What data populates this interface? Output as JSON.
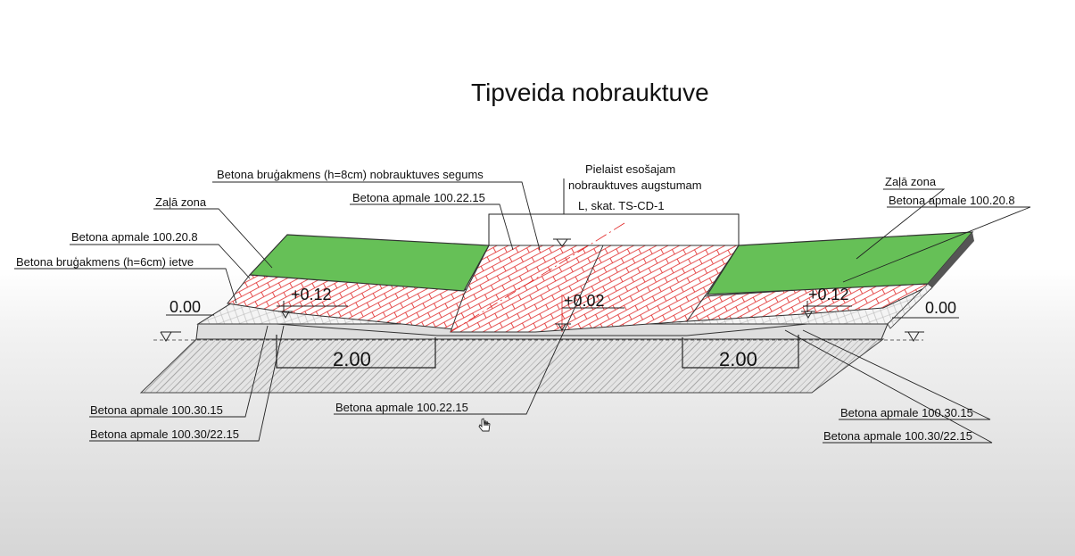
{
  "title": "Tipveida nobrauktuve",
  "labels": {
    "paving_8cm": "Betona bruģakmens (h=8cm) nobrauktuves segums",
    "curb_top_center": "Betona apmale 100.22.15",
    "adjust_line1": "Pielaist esošajam",
    "adjust_line2": "nobrauktuves augstumam",
    "length_ref": "L, skat. TS-CD-1",
    "green_left": "Zaļā zona",
    "curb_left_top": "Betona apmale 100.20.8",
    "paving_6cm": "Betona bruģakmens (h=6cm) ietve",
    "green_right": "Zaļā zona",
    "curb_right_top": "Betona apmale 100.20.8",
    "curb_left_a": "Betona apmale 100.30.15",
    "curb_left_b": "Betona apmale 100.30/22.15",
    "curb_bottom_center": "Betona apmale 100.22.15",
    "curb_right_a": "Betona apmale 100.30.15",
    "curb_right_b": "Betona apmale 100.30/22.15"
  },
  "levels": {
    "left_base": "0.00",
    "right_base": "0.00",
    "left_sidewalk": "+0.12",
    "center": "+0.02",
    "right_sidewalk": "+0.12"
  },
  "dimensions": {
    "left_transition": "2.00",
    "right_transition": "2.00"
  },
  "colors": {
    "grass": "#66c057",
    "paving_hatch": "#e02020",
    "outline": "#222222"
  }
}
